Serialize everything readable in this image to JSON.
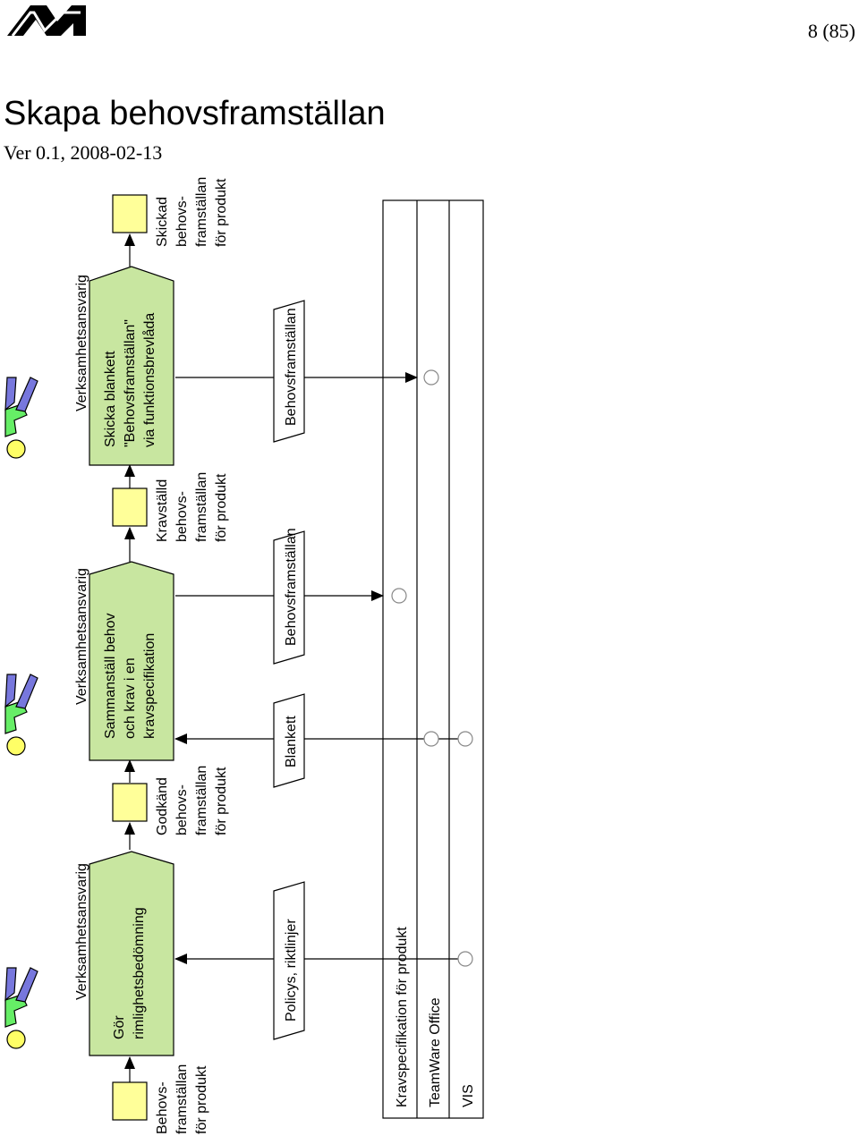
{
  "header": {
    "page_number": "8 (85)",
    "title": "Skapa behovsframställan",
    "version": "Ver 0.1, 2008-02-13"
  },
  "colors": {
    "activity_fill": "#c8e6a0",
    "state_fill": "#ffff99",
    "person_shirt": "#66ee66",
    "person_pants": "#7777dd",
    "person_head": "#ffff66"
  },
  "roles": [
    {
      "label": "Verksamhetsansvarig",
      "icon": "person-icon"
    },
    {
      "label": "Verksamhetsansvarig",
      "icon": "person-icon"
    },
    {
      "label": "Verksamhetsansvarig",
      "icon": "person-icon"
    }
  ],
  "activities": [
    {
      "lines": [
        "Gör",
        "rimlighetsbedömning"
      ]
    },
    {
      "lines": [
        "Sammanställ behov",
        "och krav i en",
        "kravspecifikation"
      ]
    },
    {
      "lines": [
        "Skicka blankett",
        "\"Behovsframställan\"",
        "via funktionsbrevlåda"
      ]
    }
  ],
  "states": [
    {
      "lines": [
        "Behovs-",
        "framställan",
        "för produkt"
      ]
    },
    {
      "lines": [
        "Godkänd",
        "behovs-",
        "framställan",
        "för produkt"
      ]
    },
    {
      "lines": [
        "Kravställd",
        "behovs-",
        "framställan",
        "för produkt"
      ]
    },
    {
      "lines": [
        "Skickad",
        "behovs-",
        "framställan",
        "för produkt"
      ]
    }
  ],
  "information": [
    {
      "label": "Policys, riktlinjer"
    },
    {
      "label": "Blankett"
    },
    {
      "label": "Behovsframställan"
    },
    {
      "label": "Behovsframställan"
    }
  ],
  "systems": [
    {
      "label": "Kravspecifikation för produkt"
    },
    {
      "label": "TeamWare Office"
    },
    {
      "label": "VIS"
    }
  ]
}
